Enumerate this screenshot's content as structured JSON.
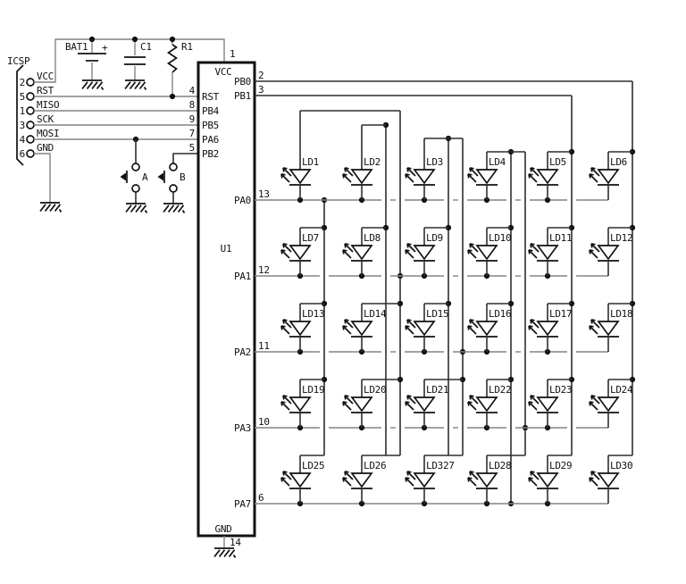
{
  "icsp": {
    "label": "ICSP",
    "pins": [
      {
        "number": "2",
        "name": "VCC"
      },
      {
        "number": "5",
        "name": "RST"
      },
      {
        "number": "1",
        "name": "MISO"
      },
      {
        "number": "3",
        "name": "SCK"
      },
      {
        "number": "4",
        "name": "MOSI"
      },
      {
        "number": "6",
        "name": "GND"
      }
    ]
  },
  "components": {
    "battery": {
      "label": "BAT1",
      "polarity": "+"
    },
    "capacitor": {
      "label": "C1"
    },
    "resistor": {
      "label": "R1"
    }
  },
  "buttons": [
    {
      "label": "A"
    },
    {
      "label": "B"
    }
  ],
  "chip": {
    "designator": "U1",
    "top_pin": {
      "number": "1",
      "name": "VCC"
    },
    "bottom_pin": {
      "number": "14",
      "name": "GND"
    },
    "left_pins": [
      {
        "number": "4",
        "name": "RST"
      },
      {
        "number": "8",
        "name": "PB4"
      },
      {
        "number": "9",
        "name": "PB5"
      },
      {
        "number": "7",
        "name": "PA6"
      },
      {
        "number": "5",
        "name": "PB2"
      }
    ],
    "right_pins": [
      {
        "number": "2",
        "name": "PB0"
      },
      {
        "number": "3",
        "name": "PB1"
      },
      {
        "number": "13",
        "name": "PA0"
      },
      {
        "number": "12",
        "name": "PA1"
      },
      {
        "number": "11",
        "name": "PA2"
      },
      {
        "number": "10",
        "name": "PA3"
      },
      {
        "number": "6",
        "name": "PA7"
      }
    ]
  },
  "led_rows": [
    [
      "LD1",
      "LD2",
      "LD3",
      "LD4",
      "LD5",
      "LD6"
    ],
    [
      "LD7",
      "LD8",
      "LD9",
      "LD10",
      "LD11",
      "LD12"
    ],
    [
      "LD13",
      "LD14",
      "LD15",
      "LD16",
      "LD17",
      "LD18"
    ],
    [
      "LD19",
      "LD20",
      "LD21",
      "LD22",
      "LD23",
      "LD24"
    ],
    [
      "LD25",
      "LD26",
      "LD327",
      "LD28",
      "LD29",
      "LD30"
    ]
  ],
  "colors": {
    "background": "#ffffff",
    "wire": "#848484",
    "symbol": "#111111"
  }
}
